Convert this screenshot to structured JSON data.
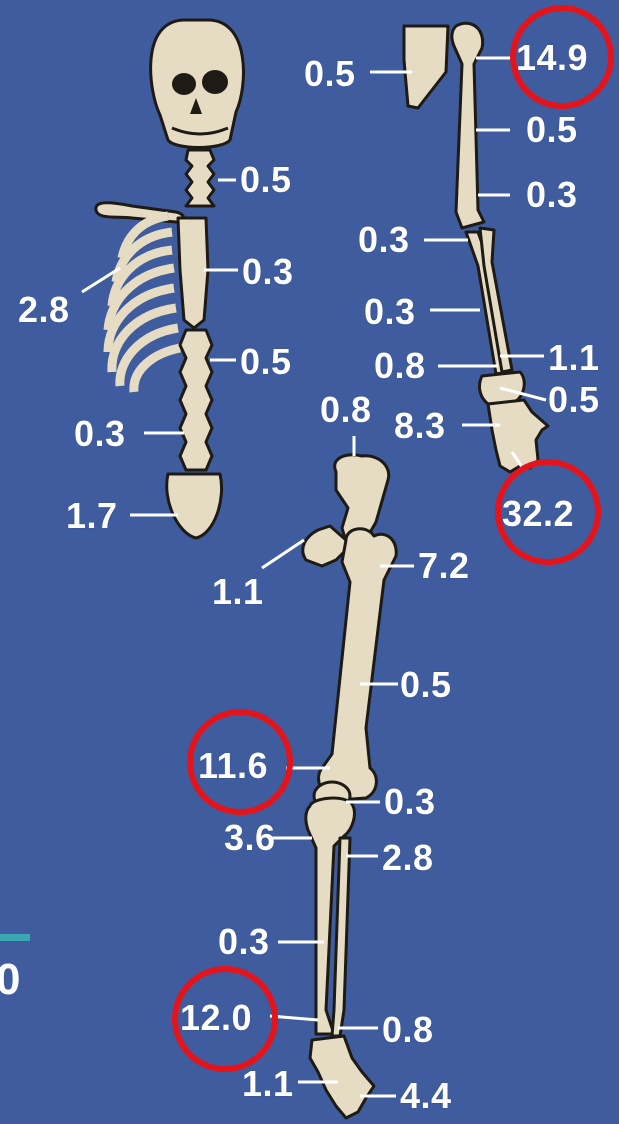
{
  "labels": {
    "neck": "0.5",
    "ribs": "2.8",
    "sternum": "0.3",
    "thoracic_spine": "0.5",
    "lumbar_spine": "0.3",
    "sacrum": "1.7",
    "scapula": "0.5",
    "humerus_head": "14.9",
    "humerus_shaft": "0.5",
    "humerus_lower": "0.3",
    "elbow": "0.3",
    "forearm": "0.3",
    "radius_lower": "0.8",
    "ulna_lower": "1.1",
    "wrist": "0.5",
    "hand": "8.3",
    "hand_tip": "32.2",
    "pelvis_top": "0.8",
    "pelvis_low": "1.1",
    "femur_head": "7.2",
    "femur_shaft": "0.5",
    "femur_lower": "11.6",
    "patella": "0.3",
    "tibia_upper": "3.6",
    "fibula_upper": "2.8",
    "tibia_shaft": "0.3",
    "tibia_lower": "12.0",
    "fibula_lower": "0.8",
    "ankle": "1.1",
    "foot": "4.4"
  },
  "edge": {
    "digit": "0"
  },
  "colors": {
    "background": "#3f5c9e",
    "bone": "#e6dcc3",
    "bone_outline": "#1e1a14",
    "highlight_circle": "#e3141b",
    "text": "#ffffff",
    "accent_bar": "#3aa7b3"
  }
}
